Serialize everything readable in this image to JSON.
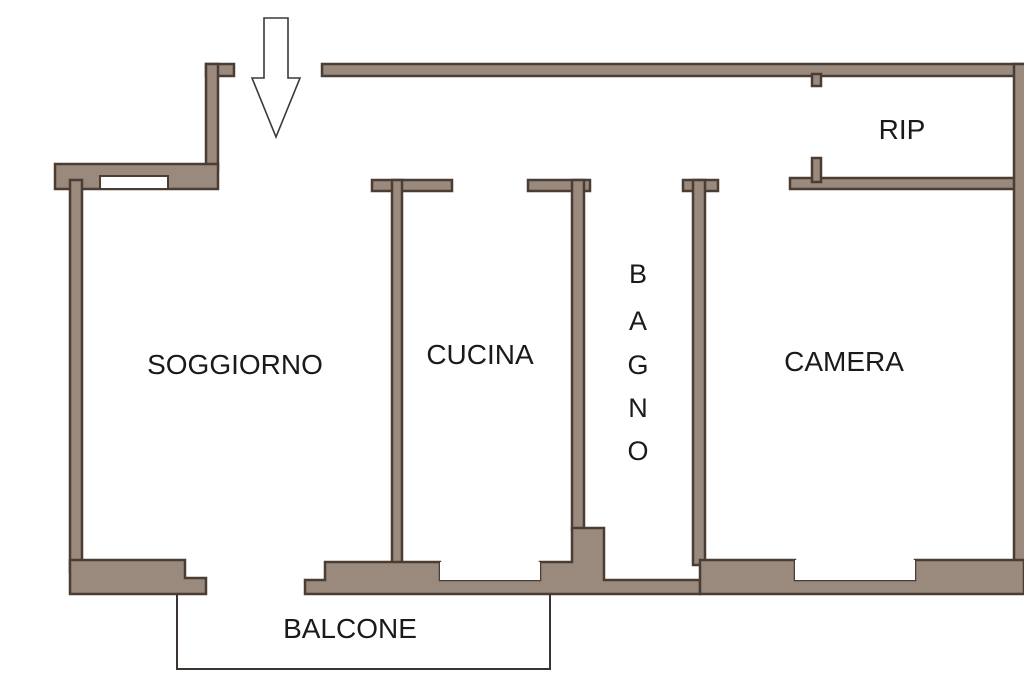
{
  "floor_plan": {
    "rooms": {
      "soggiorno": "SOGGIORNO",
      "cucina": "CUCINA",
      "bagno_letters": [
        "B",
        "A",
        "G",
        "N",
        "O"
      ],
      "camera": "CAMERA",
      "rip": "RIP",
      "balcone": "BALCONE"
    },
    "entrance_arrow_icon": "down-arrow-icon",
    "colors": {
      "wall_fill": "#9a8a7d",
      "wall_outline": "#4a3d34",
      "background": "#ffffff"
    }
  }
}
